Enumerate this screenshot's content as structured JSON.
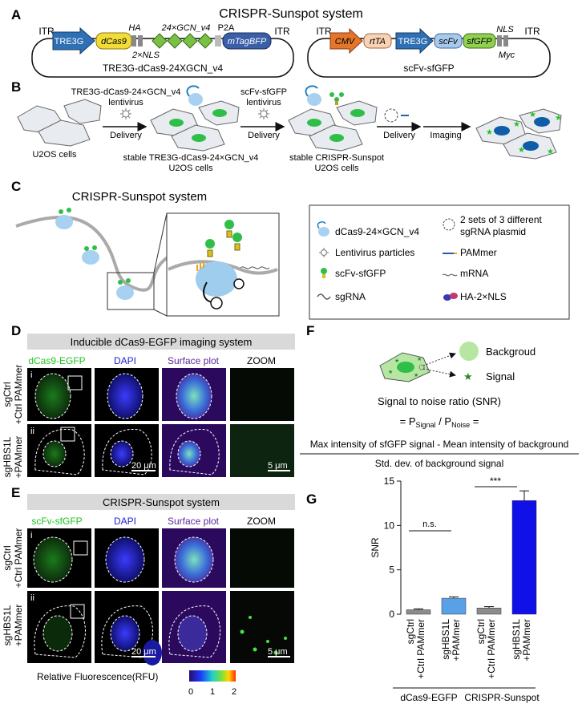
{
  "panels": {
    "A": {
      "letter": "A",
      "title": "CRISPR-Sunspot system",
      "left_construct": {
        "itr_left": "ITR",
        "promoter": "TRE3G",
        "gene": "dCas9",
        "ha": "HA",
        "gcn": "24×GCN_v4",
        "p2a": "P2A",
        "nls": "2×NLS",
        "reporter": "mTagBFP",
        "itr_right": "ITR",
        "name": "TRE3G-dCas9-24XGCN_v4"
      },
      "right_construct": {
        "itr_left": "ITR",
        "cmv": "CMV",
        "rtta": "rtTA",
        "promoter": "TRE3G",
        "scfv": "scFv",
        "sfgfp": "sfGFP",
        "nls": "NLS",
        "myc": "Myc",
        "itr_right": "ITR",
        "name": "scFv-sfGFP"
      }
    },
    "B": {
      "letter": "B",
      "step1": {
        "line1": "TRE3G-dCas9-24×GCN_v4",
        "line2": "lentivirus",
        "action": "Delivery"
      },
      "step2": {
        "line1": "scFv-sfGFP",
        "line2": "lentivirus",
        "action": "Delivery"
      },
      "step3": {
        "action": "Delivery"
      },
      "step4": {
        "action": "Imaging"
      },
      "label_cells1": "U2OS cells",
      "label_cells2_line1": "stable TRE3G-dCas9-24×GCN_v4",
      "label_cells2_line2": "U2OS cells",
      "label_cells3_line1": "stable CRISPR-Sunspot",
      "label_cells3_line2": "U2OS cells"
    },
    "C": {
      "letter": "C",
      "title": "CRISPR-Sunspot system",
      "legend": [
        {
          "icon": "dcas9-gcn-icon",
          "text": "dCas9-24×GCN_v4"
        },
        {
          "icon": "plasmid-icon",
          "text": "2 sets of 3 different"
        },
        {
          "icon": "plasmid-icon-cont",
          "text": "sgRNA plasmid"
        },
        {
          "icon": "virus-icon",
          "text": "Lentivirus particles"
        },
        {
          "icon": "pammer-icon",
          "text": "PAMmer"
        },
        {
          "icon": "scfv-sfgfp-icon",
          "text": "scFv-sfGFP"
        },
        {
          "icon": "mrna-icon",
          "text": "mRNA"
        },
        {
          "icon": "sgrna-icon",
          "text": "sgRNA"
        },
        {
          "icon": "ha-nls-icon",
          "text": "HA-2×NLS"
        }
      ]
    },
    "D": {
      "letter": "D",
      "title": "Inducible dCas9-EGFP imaging system",
      "col1": "dCas9-EGFP",
      "col2": "DAPI",
      "col3": "Surface plot",
      "col4": "ZOOM",
      "row1_roman": "i",
      "row1_l1": "sgCtrl",
      "row1_l2": "+Ctrl PAMmer",
      "row2_roman": "ii",
      "row2_l1": "sgHBS1L",
      "row2_l2": "+PAMmer",
      "scale_big": "20 μm",
      "scale_small": "5 μm"
    },
    "E": {
      "letter": "E",
      "title": "CRISPR-Sunspot system",
      "col1": "scFv-sfGFP",
      "col2": "DAPI",
      "col3": "Surface plot",
      "col4": "ZOOM",
      "row1_roman": "i",
      "row1_l1": "sgCtrl",
      "row1_l2": "+Ctrl PAMmer",
      "row2_roman": "ii",
      "row2_l1": "sgHBS1L",
      "row2_l2": "+PAMmer",
      "scale_big": "20 μm",
      "scale_small": "5 μm",
      "rfu_label": "Relative Fluorescence(RFU)",
      "rfu_ticks": [
        "0",
        "1",
        "2"
      ]
    },
    "F": {
      "letter": "F",
      "background": "Backgroud",
      "signal": "Signal",
      "snr_title": "Signal to noise ratio (SNR)",
      "eq_prefix": "= P",
      "sub_signal": "Signal",
      "eq_mid": " / P",
      "sub_noise": "Noise",
      "eq_suffix": " =",
      "numerator": "Max intensity of sfGFP signal - Mean intensity of background",
      "denominator": "Std. dev. of background signal"
    },
    "G": {
      "letter": "G",
      "sig_ns": "n.s.",
      "sig_star": "***",
      "group1": "dCas9-EGFP",
      "group2": "CRISPR-Sunspot"
    }
  },
  "chart_data": {
    "type": "bar",
    "categories": [
      [
        "sgCtrl",
        "+Ctrl PAMmer"
      ],
      [
        "sgHBS1L",
        "+PAMmer"
      ],
      [
        "sgCtrl",
        "+Ctrl PAMmer"
      ],
      [
        "sgHBS1L",
        "+PAMmer"
      ]
    ],
    "values": [
      0.5,
      1.8,
      0.7,
      12.8
    ],
    "errors": [
      0.1,
      0.15,
      0.15,
      1.1
    ],
    "colors": [
      "#8c8c8c",
      "#5aa0e6",
      "#8c8c8c",
      "#1010e8"
    ],
    "ylabel": "SNR",
    "ylim": [
      0,
      15
    ],
    "yticks": [
      0,
      5,
      10,
      15
    ]
  },
  "colors": {
    "tre3g": "#2f6fb3",
    "dcas9": "#f2dc3a",
    "gcn": "#7ac143",
    "mtagbfp": "#3a5ea8",
    "cmv": "#e3762b",
    "rtta": "#f7d2b5",
    "scfv": "#a8c9ec",
    "sfgfp": "#8fd14f",
    "green_text": "#22c322",
    "blue_text": "#2020d0",
    "purple_text": "#5a2a9c",
    "cell_fill": "#e8ebef",
    "nucleus": "#2fbf48",
    "title_bar": "#d9d9d9"
  }
}
